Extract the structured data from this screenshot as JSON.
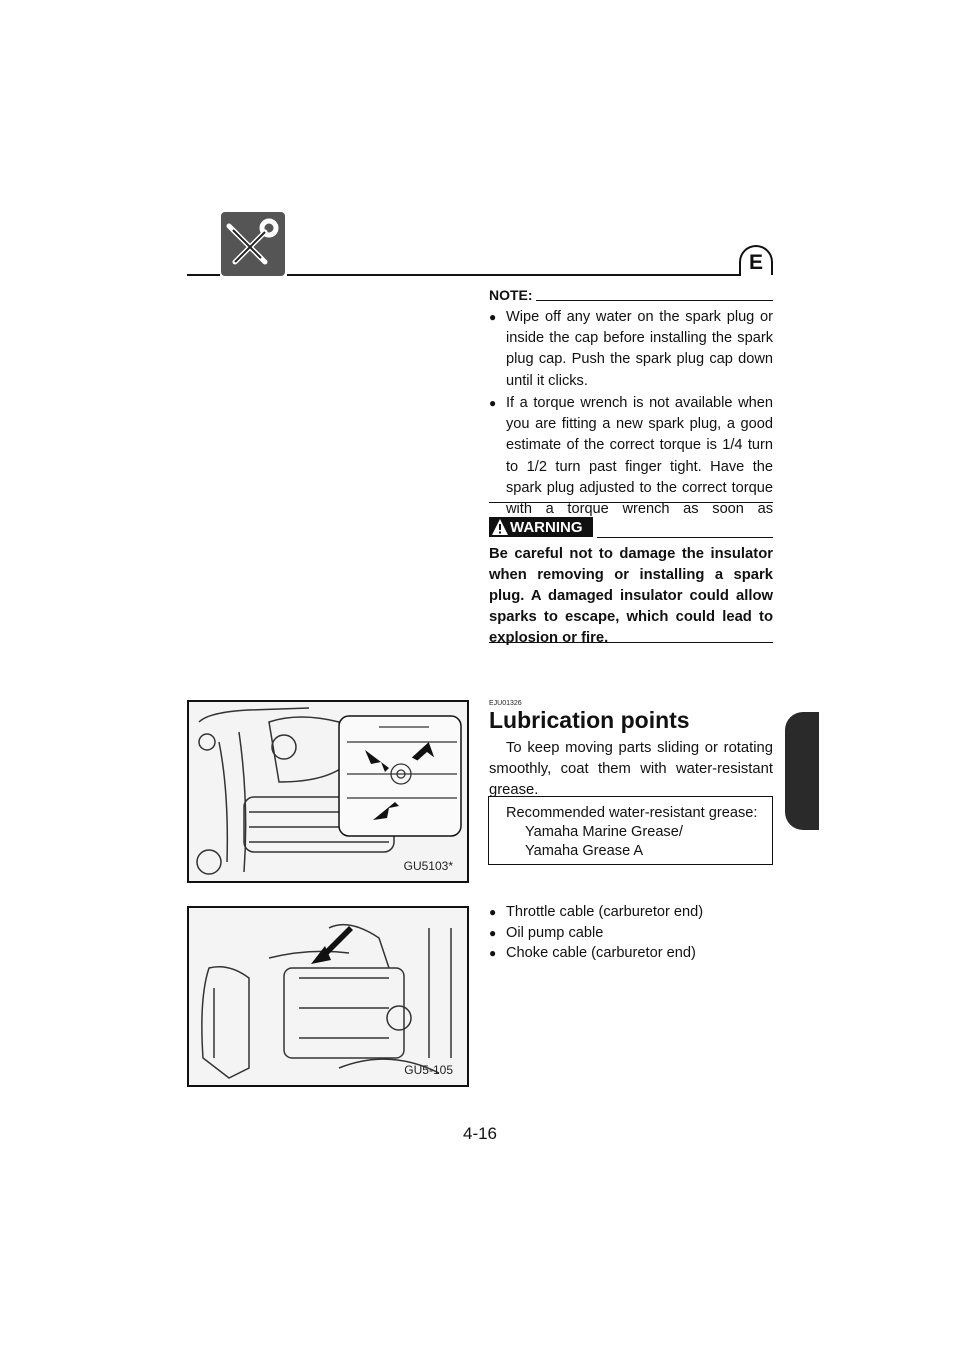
{
  "header": {
    "lang": "E",
    "icon": "tools-wrench-icon"
  },
  "note": {
    "label": "NOTE:",
    "items": [
      "Wipe off any water on the spark plug or inside the cap before installing the spark plug cap. Push the spark plug cap down until it clicks.",
      "If a torque wrench is not available when you are fitting a new spark plug, a good estimate of the correct torque is 1/4 turn to 1/2 turn past finger tight. Have the spark plug adjusted to the correct torque with a torque wrench as soon as possible."
    ]
  },
  "warning": {
    "label": "WARNING",
    "text": "Be careful not to damage the insulator when removing or installing a spark plug. A damaged insulator could allow sparks to escape, which could lead to explosion or fire."
  },
  "section": {
    "code": "EJU01326",
    "title": "Lubrication points",
    "intro": "To keep moving parts sliding or rotating smoothly, coat them with water-resistant grease."
  },
  "grease": {
    "label": "Recommended water-resistant grease:",
    "lines": [
      "Yamaha Marine Grease/",
      "Yamaha Grease A"
    ]
  },
  "points": [
    "Throttle cable (carburetor end)",
    "Oil pump cable",
    "Choke cable (carburetor end)"
  ],
  "figures": [
    {
      "code": "GU5103*"
    },
    {
      "code": "GU5-105"
    }
  ],
  "page_number": "4-16",
  "colors": {
    "ink": "#111111",
    "tab": "#2a2a2a",
    "icon_bg": "#555555"
  }
}
